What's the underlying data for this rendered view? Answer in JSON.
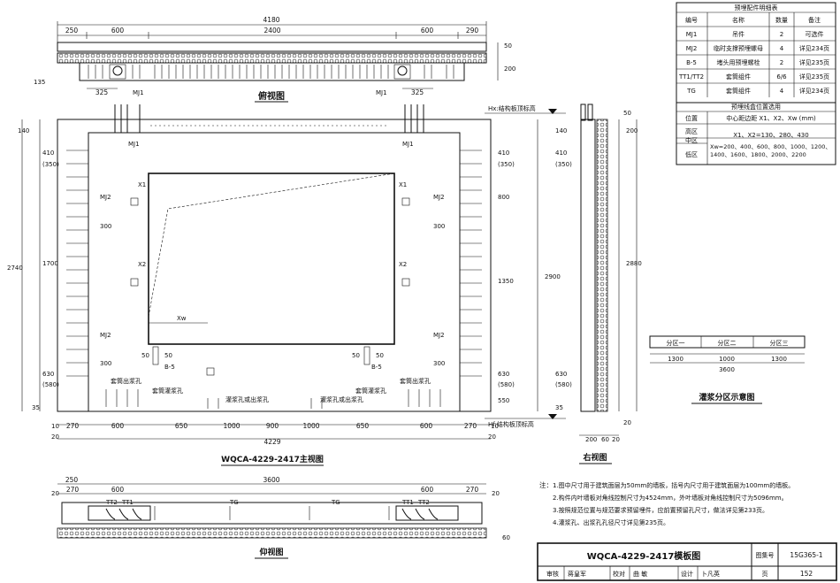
{
  "top_view": {
    "title": "俯视图",
    "overall_dim": "4180",
    "segment_dims": [
      "250",
      "600",
      "2400",
      "600",
      "290"
    ],
    "side_dims": [
      "50",
      "200",
      "135"
    ],
    "anchor_dims": [
      "325",
      "325"
    ],
    "anchor_labels": [
      "MJ1",
      "MJ1"
    ]
  },
  "main_view": {
    "title": "WQCA-4229-2417主视图",
    "overall_width": "4229",
    "bottom_dims": [
      "10",
      "270",
      "600",
      "650",
      "1000",
      "900",
      "1000",
      "650",
      "600",
      "270",
      "10"
    ],
    "bottom_small": [
      "20",
      "20"
    ],
    "left_dims": [
      "140",
      "410",
      "(350)",
      "1700",
      "630",
      "(580)",
      "35"
    ],
    "left_total": "2740",
    "right_dims": [
      "410",
      "(350)",
      "800",
      "1350",
      "630",
      "(580)",
      "550"
    ],
    "opening_labels": [
      "X1",
      "X1",
      "X2",
      "X2",
      "Xw"
    ],
    "mj_labels": [
      "MJ1",
      "MJ1",
      "MJ2",
      "MJ2",
      "MJ2",
      "MJ2"
    ],
    "mj_dims": [
      "300",
      "300",
      "300",
      "300"
    ],
    "b5_labels": [
      "B-5",
      "B-5"
    ],
    "b5_dims": [
      "50",
      "50",
      "50",
      "50"
    ],
    "grout_labels": [
      "套筒出浆孔",
      "套筒灌浆孔",
      "灌浆孔或出浆孔",
      "灌浆孔或出浆孔",
      "套筒灌浆孔",
      "套筒出浆孔"
    ],
    "hx_top": "Hx:结构板顶标高",
    "hf_bottom": "Hf:结构板顶标高"
  },
  "side_view": {
    "title": "右视图",
    "dims_left": [
      "140",
      "410",
      "(350)",
      "2900",
      "630",
      "(580)",
      "35"
    ],
    "dims_right": [
      "50",
      "200",
      "2880",
      "20"
    ],
    "bottom_dims": [
      "200",
      "60",
      "20"
    ]
  },
  "bottom_view": {
    "title": "仰视图",
    "overall_dim": "3600",
    "segment_dims": [
      "250",
      "270",
      "600",
      "600",
      "270"
    ],
    "side_dims": [
      "20",
      "20",
      "60"
    ],
    "labels": [
      "TT2",
      "TT1",
      "TG",
      "TG",
      "TT1",
      "TT2"
    ]
  },
  "parts_table": {
    "title": "预埋配件明细表",
    "headers": [
      "编号",
      "名称",
      "数量",
      "备注"
    ],
    "rows": [
      [
        "MJ1",
        "吊件",
        "2",
        "可选件"
      ],
      [
        "MJ2",
        "临时支撑预埋螺母",
        "4",
        "详见234页"
      ],
      [
        "B-5",
        "堵头用预埋螺栓",
        "2",
        "详见235页"
      ],
      [
        "TT1/TT2",
        "套筒组件",
        "6/6",
        "详见235页"
      ],
      [
        "TG",
        "套筒组件",
        "4",
        "详见234页"
      ]
    ]
  },
  "offset_table": {
    "title": "预埋线盒位置选用",
    "headers": [
      "位置",
      "中心距边距 X1、X2、Xw (mm)"
    ],
    "rows": [
      [
        "高区",
        "X1、X2=130、280、430"
      ],
      [
        "中区",
        ""
      ],
      [
        "低区",
        "Xw=200、400、600、800、1000、1200、1400、1600、1800、2000、2200"
      ]
    ]
  },
  "grout_zone": {
    "title": "灌浆分区示意图",
    "headers": [
      "分区一",
      "分区二",
      "分区三"
    ],
    "values": [
      "1300",
      "1000",
      "1300"
    ],
    "total": "3600"
  },
  "notes": {
    "label": "注：",
    "items": [
      "1.图中尺寸用于建筑面层为50mm的墙板，括号内尺寸用于建筑面层为100mm的墙板。",
      "2.构件内叶墙板对角线控制尺寸为4524mm，外叶墙板对角线控制尺寸为5096mm。",
      "3.按照规范位置与规范要求预留埋件，应前置预留孔尺寸，做法详见第233页。",
      "4.灌浆孔、出浆孔孔径尺寸详见第235页。"
    ]
  },
  "title_block": {
    "drawing_title": "WQCA-4229-2417模板图",
    "atlas_label": "图集号",
    "atlas_no": "15G365-1",
    "page_label": "页",
    "page_no": "152",
    "row": [
      "审核",
      "蒋皇军",
      "校对",
      "曲 敏",
      "设计",
      "卜凡英"
    ]
  }
}
